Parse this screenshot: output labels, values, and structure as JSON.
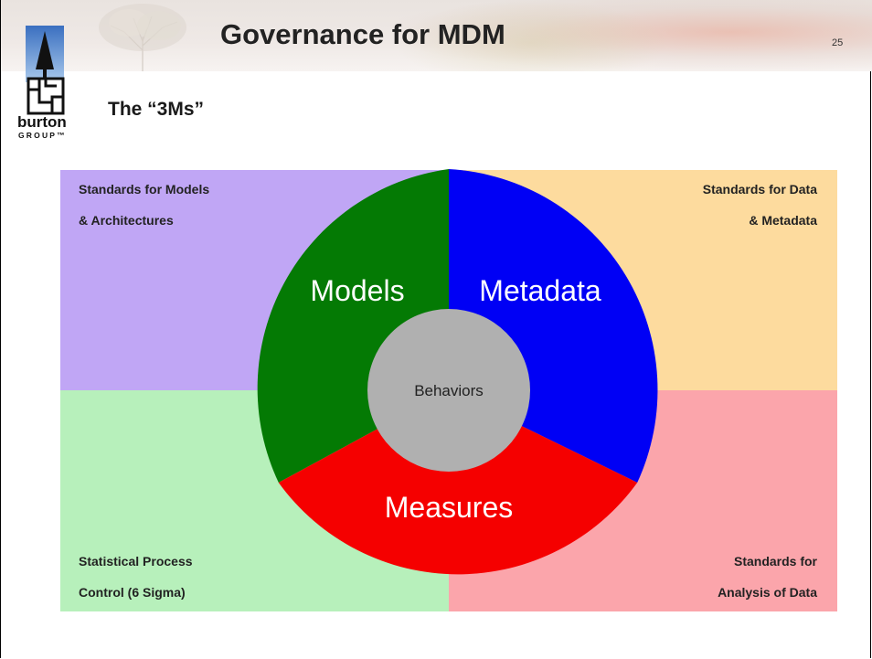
{
  "header": {
    "title": "Governance for MDM",
    "page_number": "25"
  },
  "logo": {
    "word": "burton",
    "group": "GROUP™"
  },
  "subtitle": "The “3Ms”",
  "quadrants": {
    "top_left": {
      "line1": "Standards for Models",
      "line2": "& Architectures",
      "color": "#c0a6f5"
    },
    "top_right": {
      "line1": "Standards for Data",
      "line2": "& Metadata",
      "color": "#fddb9e"
    },
    "bottom_left": {
      "line1": "Statistical Process",
      "line2": "Control (6 Sigma)",
      "color": "#b7f0bb"
    },
    "bottom_right": {
      "line1": "Standards for",
      "line2": "Analysis of Data",
      "color": "#fba5ab"
    }
  },
  "wheel": {
    "segments": [
      {
        "label": "Models",
        "color": "#047a04"
      },
      {
        "label": "Metadata",
        "color": "#0000f5"
      },
      {
        "label": "Measures",
        "color": "#f50000"
      }
    ],
    "center": {
      "label": "Behaviors",
      "color": "#b0b0b0"
    }
  }
}
